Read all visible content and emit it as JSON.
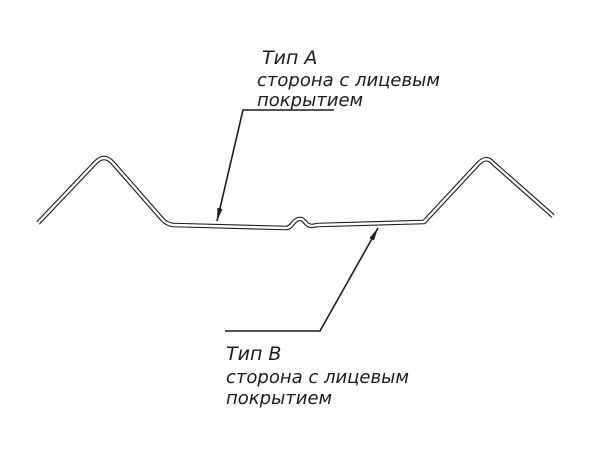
{
  "labels": {
    "type_a": {
      "title": "Тип А",
      "desc1": "сторона с лицевым",
      "desc2": "покрытием"
    },
    "type_b": {
      "title": "Тип В",
      "desc1": "сторона с лицевым",
      "desc2": "покрытием"
    }
  },
  "colors": {
    "stroke": "#1c1c1c",
    "background": "#ffffff"
  }
}
